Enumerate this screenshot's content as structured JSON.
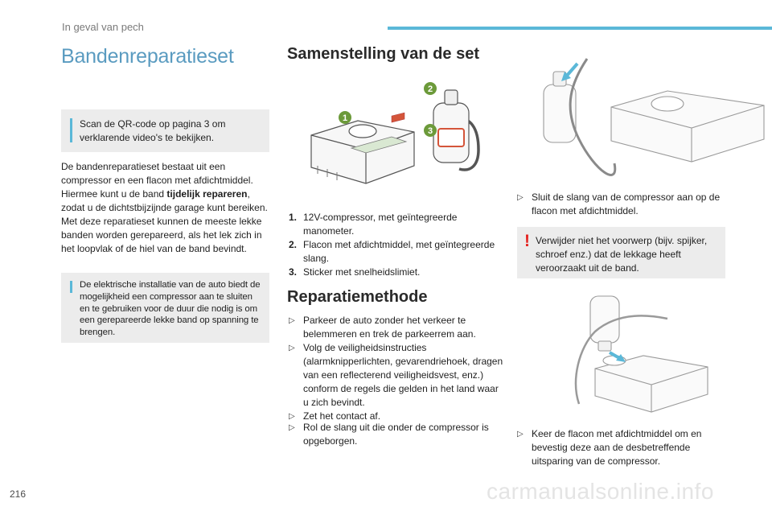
{
  "header": {
    "running_title": "In geval van pech"
  },
  "left": {
    "title": "Bandenreparatieset",
    "qr_note": "Scan de QR-code op pagina 3 om verklarende video's te bekijken.",
    "intro_1": "De bandenreparatieset bestaat uit een compressor en een flacon met afdichtmiddel. Hiermee kunt u de band ",
    "intro_bold": "tijdelijk repareren",
    "intro_2": ", zodat u de dichtstbijzijnde garage kunt bereiken. Met deze reparatieset kunnen de meeste lekke banden worden gerepareerd, als het lek zich in het loopvlak of de hiel van de band bevindt.",
    "electric_note": "De elektrische installatie van de auto biedt de mogelijkheid een compressor aan te sluiten en te gebruiken voor de duur die nodig is om een gerepareerde lekke band op spanning te brengen."
  },
  "set": {
    "heading": "Samenstelling van de set",
    "items": [
      {
        "num": "1.",
        "text": "12V-compressor, met geïntegreerde manometer."
      },
      {
        "num": "2.",
        "text": "Flacon met afdichtmiddel, met geïntegreerde slang."
      },
      {
        "num": "3.",
        "text": "Sticker met snelheidslimiet."
      }
    ],
    "callouts": [
      "1",
      "2",
      "3"
    ]
  },
  "method": {
    "heading": "Reparatiemethode",
    "steps_a": [
      "Parkeer de auto zonder het verkeer te belemmeren en trek de parkeerrem aan.",
      "Volg de veiligheidsinstructies (alarmknipperlichten, gevarendriehoek, dragen van een reflecterend veiligheidsvest, enz.) conform de regels die gelden in het land waar u zich bevindt.",
      "Zet het contact af."
    ],
    "steps_b": [
      "Rol de slang uit die onder de compressor is opgeborgen."
    ],
    "steps_c": [
      "Sluit de slang van de compressor aan op de flacon met afdichtmiddel."
    ],
    "warning": "Verwijder niet het voorwerp (bijv. spijker, schroef enz.) dat de lekkage heeft veroorzaakt uit de band.",
    "steps_d": [
      "Keer de flacon met afdichtmiddel om en bevestig deze aan de desbetreffende uitsparing van de compressor."
    ]
  },
  "icons": {
    "bullet": "triangle-right-icon",
    "warning": "exclamation-icon"
  },
  "colors": {
    "accent_blue": "#5bb8d8",
    "title_blue": "#5a9bc0",
    "warning_red": "#e42320",
    "callout_green": "#6c9a3a"
  },
  "footer": {
    "page_number": "216",
    "watermark": "carmanualsonline.info"
  }
}
